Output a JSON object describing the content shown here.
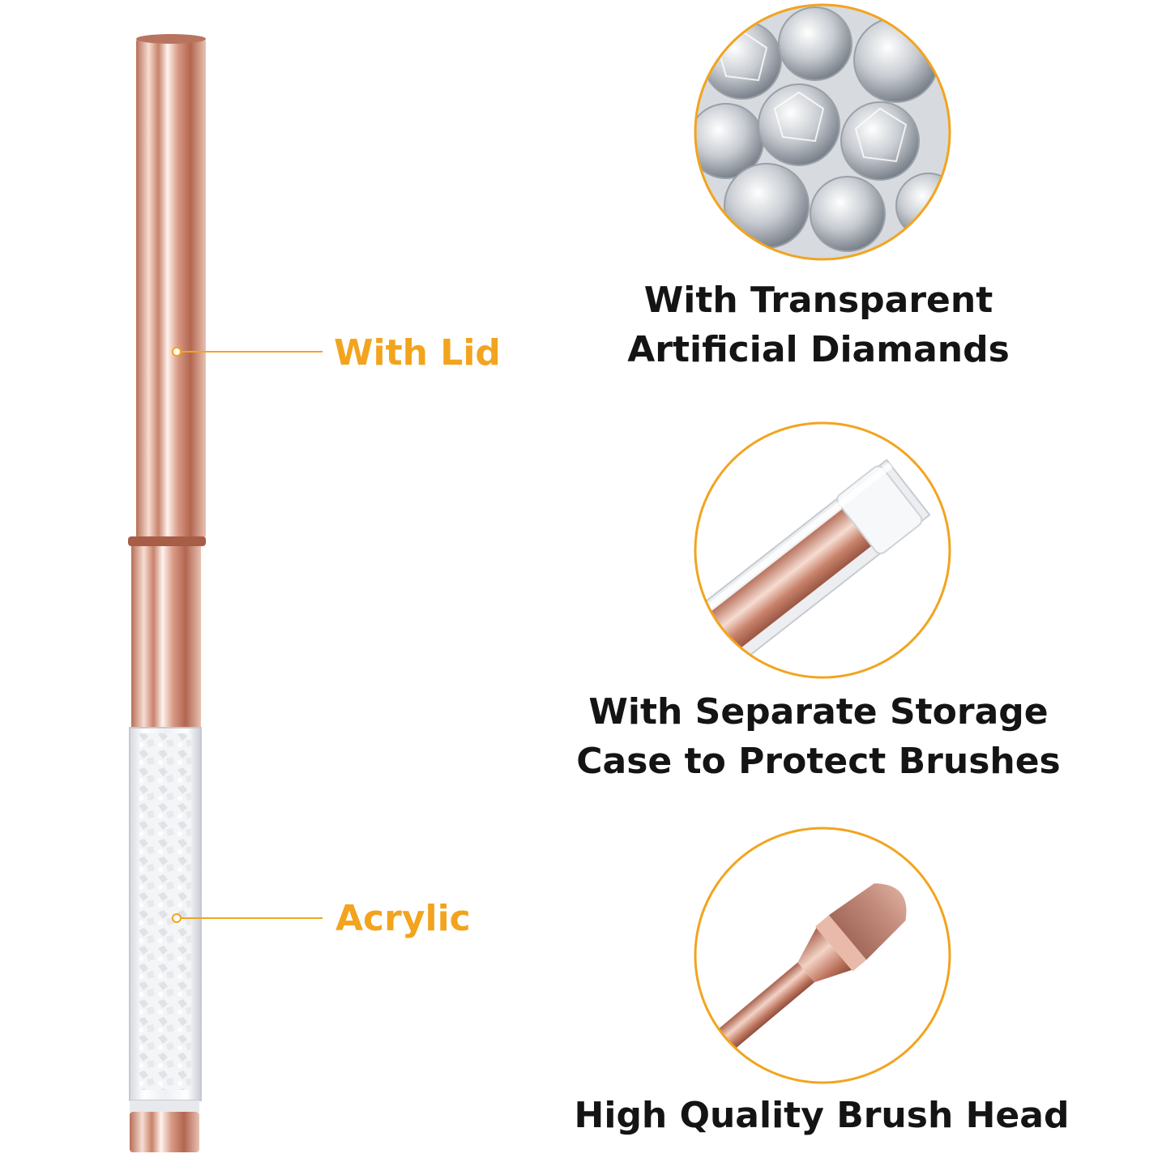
{
  "colors": {
    "accent": "#F2A41E",
    "rose_gold": "#C98A78",
    "text": "#141414"
  },
  "callouts": [
    {
      "label": "With Lid"
    },
    {
      "label": "Acrylic"
    }
  ],
  "features": [
    {
      "icon": "diamonds-icon",
      "lines": [
        "With Transparent",
        "Artificial Diamands"
      ]
    },
    {
      "icon": "storage-case-icon",
      "lines": [
        "With Separate Storage",
        "Case to Protect Brushes"
      ]
    },
    {
      "icon": "brush-head-icon",
      "lines": [
        "High Quality Brush Head"
      ]
    }
  ]
}
